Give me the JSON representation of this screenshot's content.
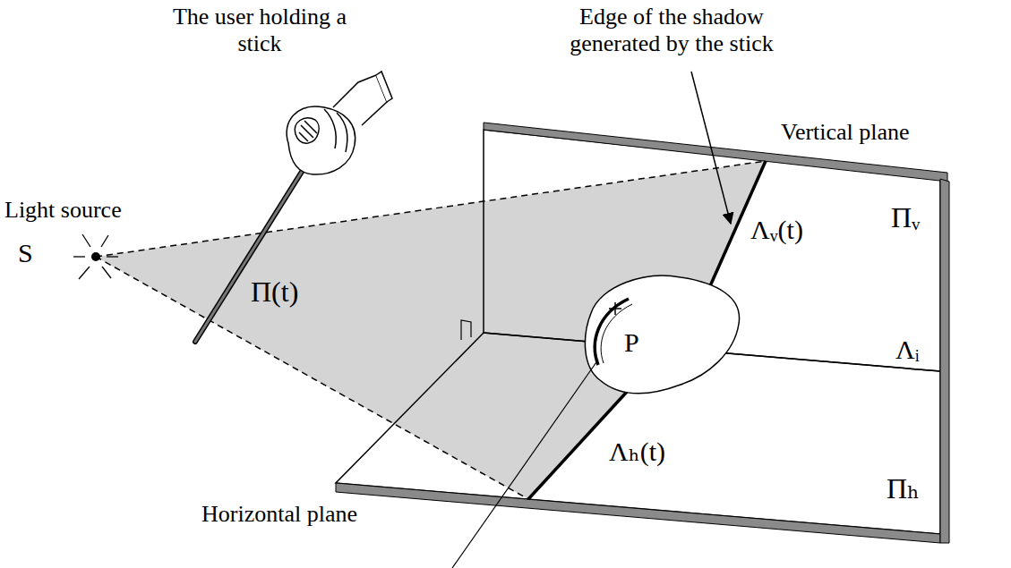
{
  "diagram": {
    "labels": [
      "The user holding a stick",
      "Edge of the shadow generated by the stick",
      "Light source",
      "S",
      "Vertical plane",
      "Πᵥ",
      "Π(t)",
      "Λᵥ(t)",
      "P",
      "Λᵢ",
      "Λₕ(t)",
      "Πₕ",
      "Horizontal plane"
    ]
  }
}
